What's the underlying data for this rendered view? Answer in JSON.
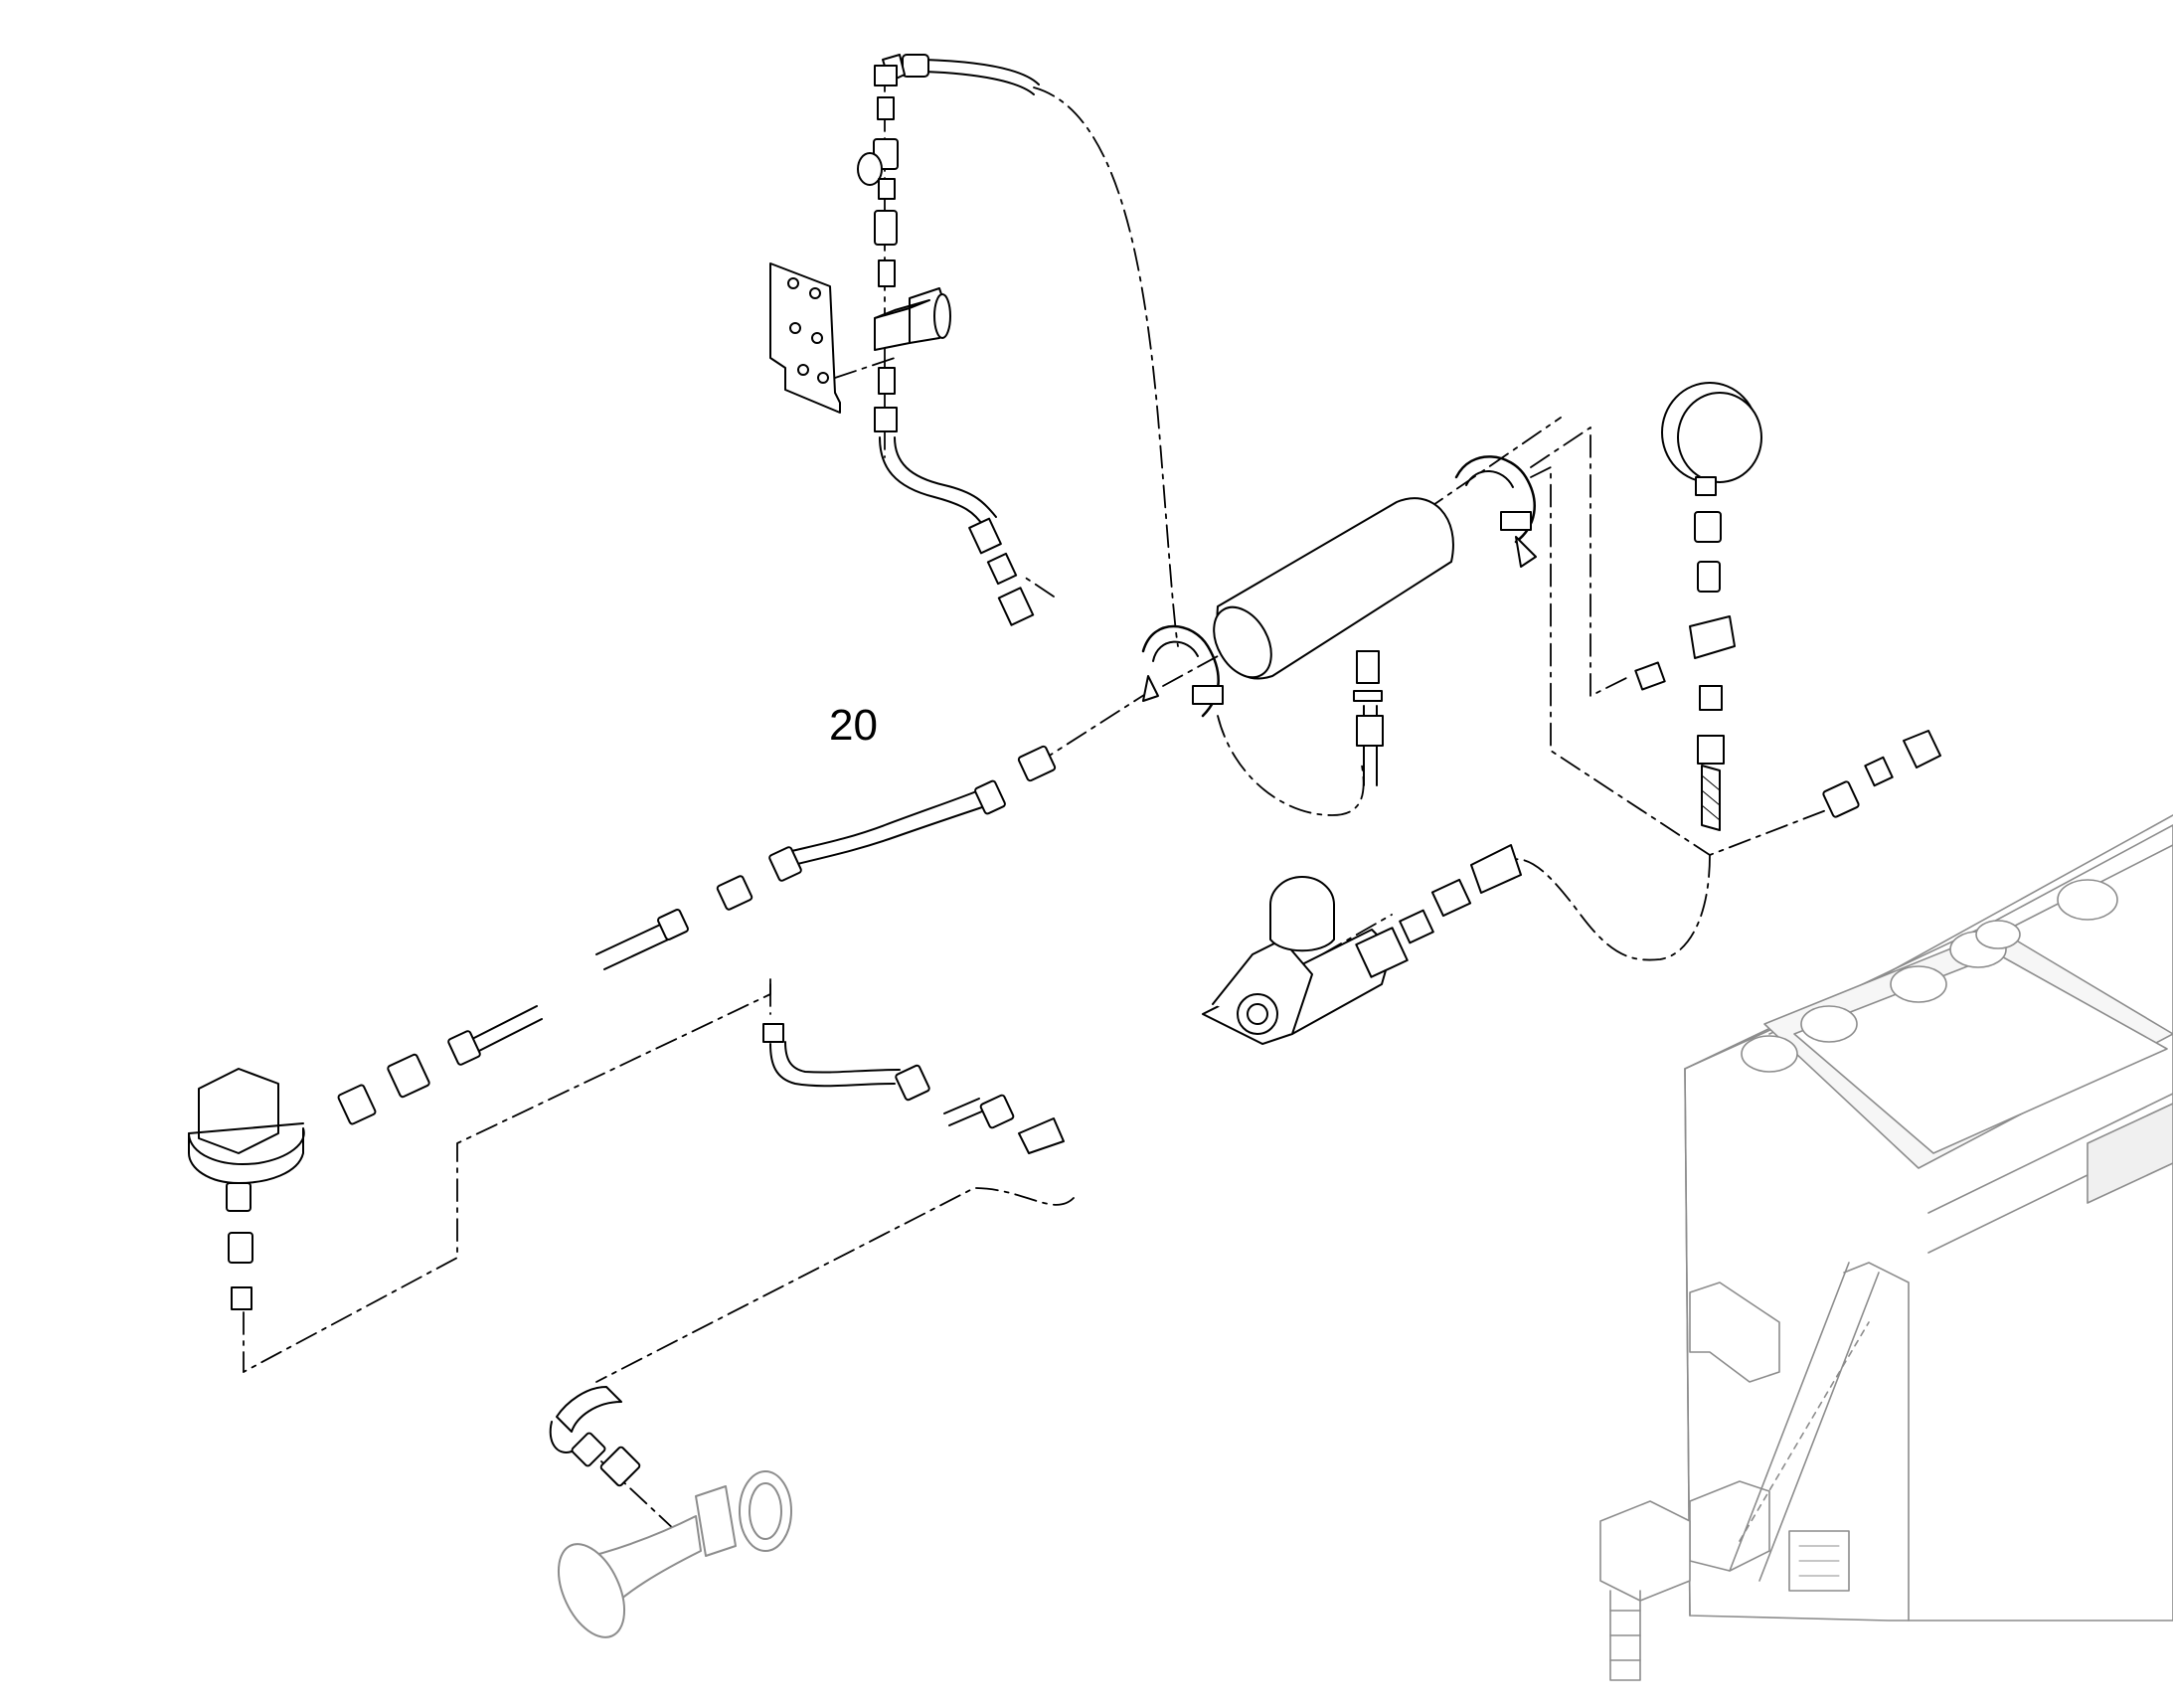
{
  "diagram": {
    "callout_number": "20",
    "colors": {
      "line": "#000000",
      "context_line": "#8c8c8c",
      "fill": "#ffffff",
      "context_fill": "#f4f4f4"
    },
    "parts": [
      "fuel-line-hose-assembly",
      "solenoid-valve",
      "mounting-bracket",
      "air-reservoir-tank",
      "tank-clamp-left",
      "tank-clamp-right",
      "pressure-gauge",
      "tee-fitting",
      "compressor-unit",
      "air-horn",
      "pressure-regulator",
      "engine-module"
    ]
  }
}
